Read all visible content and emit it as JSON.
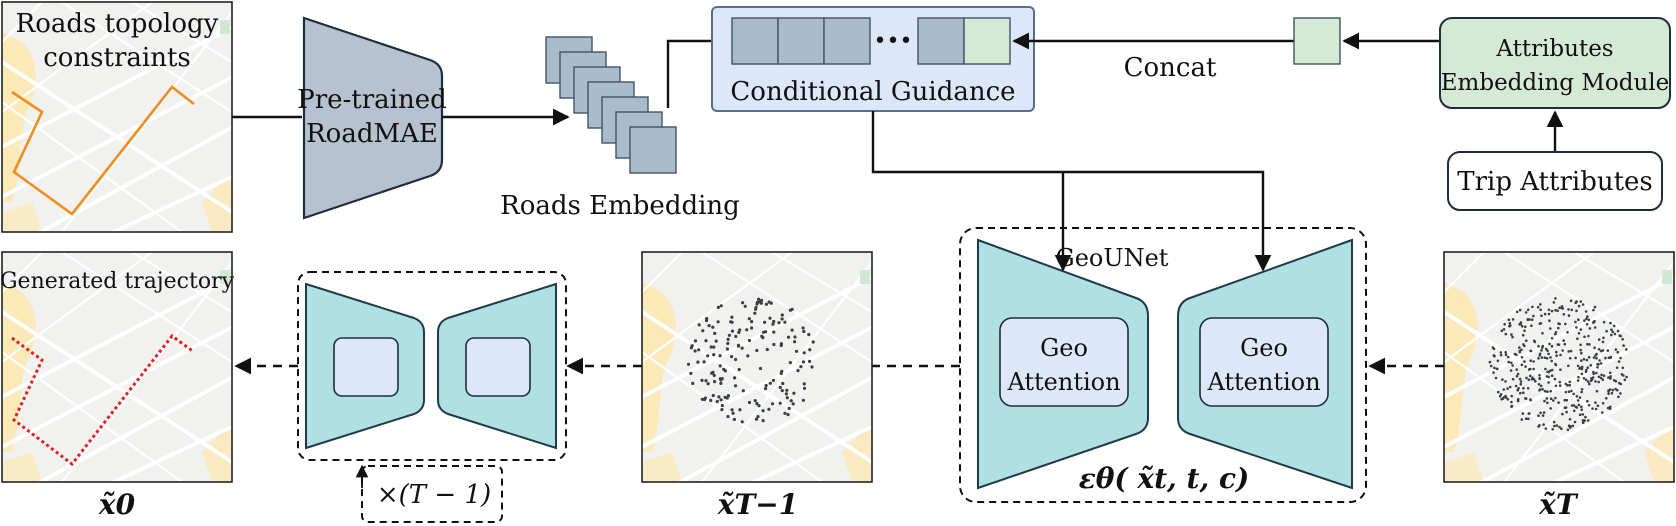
{
  "labels": {
    "roads_topology_line1": "Roads topology",
    "roads_topology_line2": "constraints",
    "roadmae_line1": "Pre-trained",
    "roadmae_line2": "RoadMAE",
    "roads_embedding": "Roads Embedding",
    "conditional_guidance": "Conditional Guidance",
    "ellipsis": "•••",
    "concat": "Concat",
    "attributes_line1": "Attributes",
    "attributes_line2": "Embedding Module",
    "trip_attributes": "Trip Attributes",
    "geounet": "GeoUNet",
    "geo_attention_line1": "Geo",
    "geo_attention_line2": "Attention",
    "generated_trajectory": "Generated trajectory",
    "repeat": "×(T − 1)",
    "eps": "εθ( x̃t, t, c)",
    "x0": "x̃0",
    "xT1": "x̃T−1",
    "xT": "x̃T"
  },
  "colors": {
    "roadmae_fill": "#b6c2cf",
    "guidance_fill": "#dce8f9",
    "attr_fill": "#d5ead4",
    "concat_square": "#d5ead4",
    "unet_fill": "#aee0e4",
    "trajectory_orange": "#f28c1c",
    "trajectory_red": "#e02020"
  },
  "icons": [
    "map-tile",
    "embedding-stack",
    "unet-block"
  ]
}
